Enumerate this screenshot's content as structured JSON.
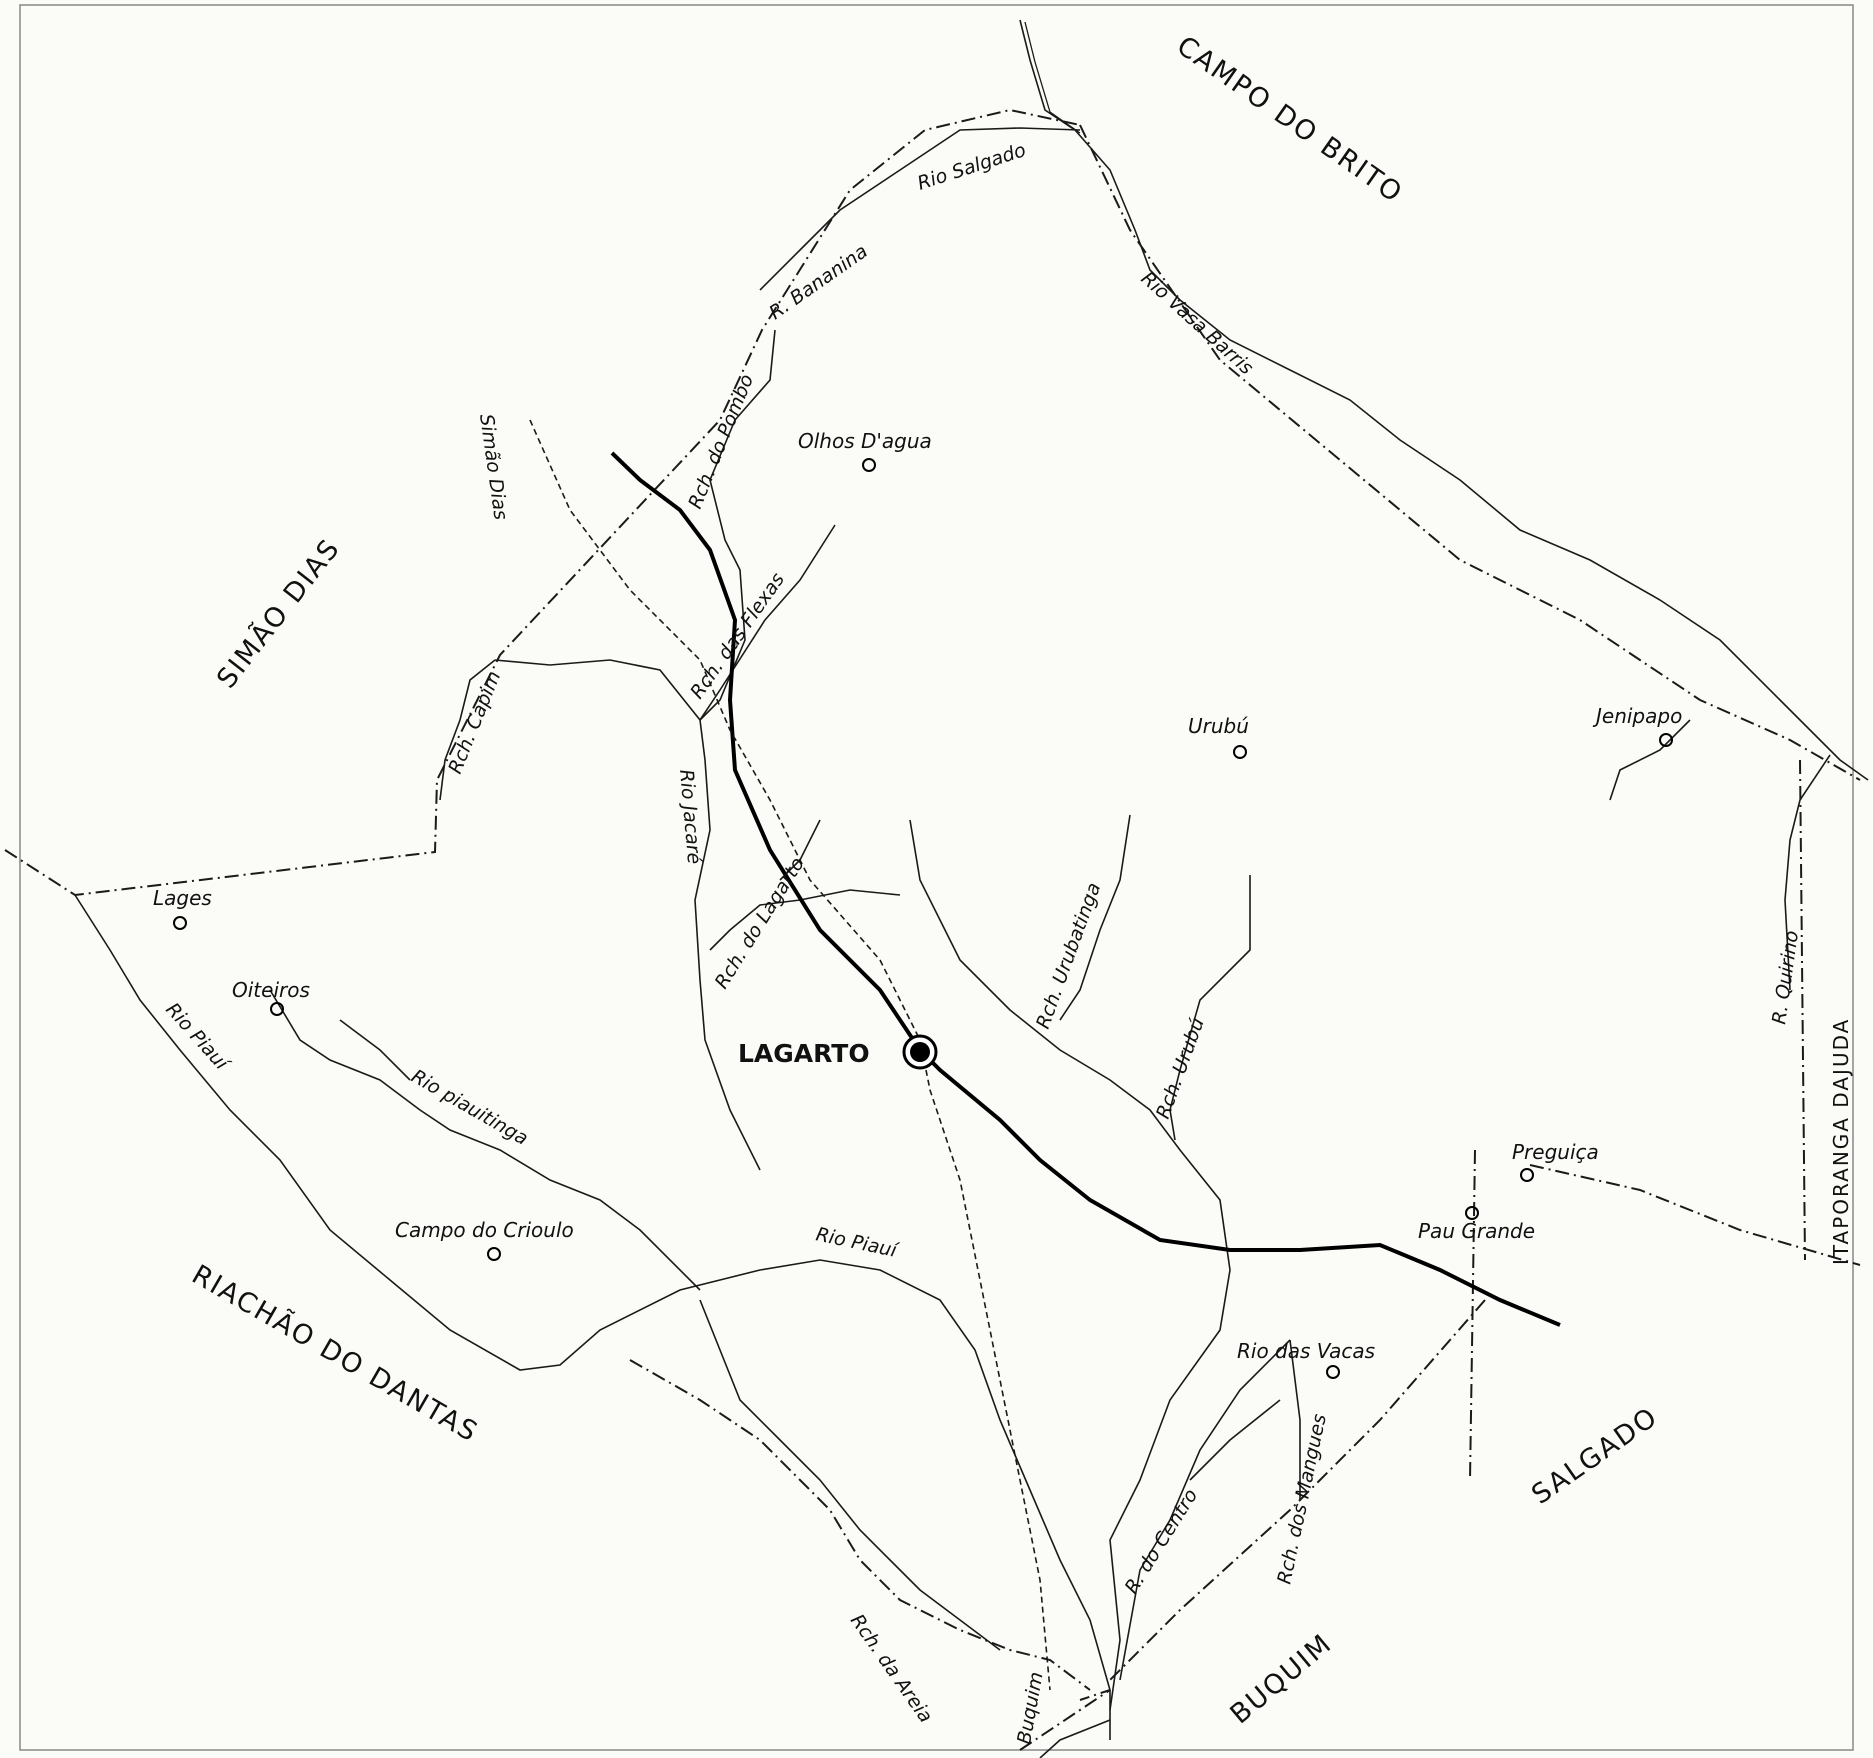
{
  "municipalities": {
    "simao_dias": "SIMÃO DIAS",
    "campo_do_brito": "CAMPO DO BRITO",
    "itaporanga": "ITAPORANGA DAJUDA",
    "salgado": "SALGADO",
    "buquim": "BUQUIM",
    "riachao_do_dantas": "RIACHÃO DO DANTAS"
  },
  "city": {
    "name": "LAGARTO"
  },
  "villages": [
    {
      "name": "Olhos D'agua"
    },
    {
      "name": "Urubú"
    },
    {
      "name": "Jenipapo"
    },
    {
      "name": "Lages"
    },
    {
      "name": "Oiteiros"
    },
    {
      "name": "Campo do Crioulo"
    },
    {
      "name": "Preguiça"
    },
    {
      "name": "Pau Grande"
    },
    {
      "name": "Rio das Vacas"
    }
  ],
  "rivers": {
    "rio_salgado": "Rio Salgado",
    "r_bananina": "R. Bananina",
    "rch_do_pombo": "Rch. do Pombo",
    "rch_das_flexas": "Rch. das Flexas",
    "rch_simao_dias": "Simão Dias",
    "rio_vasa_barris": "Rio Vasa Barris",
    "rio_jacare": "Rio Jacaré",
    "rch_capim": "Rch. Capim",
    "rch_do_lagarto": "Rch. do Lagarto",
    "rch_urubatinga": "Rch. Urubatinga",
    "rch_urubu": "Rch. Urubú",
    "rio_piauitinga": "Rio piauitinga",
    "rio_piaui_w": "Rio Piauí",
    "rio_piaui_center": "Rio Piauí",
    "r_quirino": "R. Quirino",
    "r_do_centro": "R. do Centro",
    "rch_dos_mangues": "Rch. dos Mangues",
    "rch_da_areia": "Rch. da Areia",
    "buquim_river": "Buquim"
  }
}
